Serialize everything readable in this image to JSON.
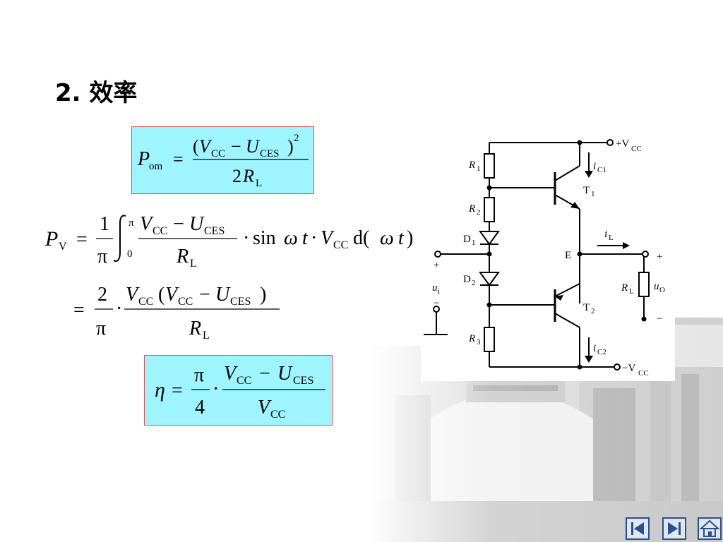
{
  "slide": {
    "heading": "2. 效率"
  },
  "formula_pom": {
    "lhs": "P",
    "lhs_sub": "om",
    "eq": "=",
    "num_open": "(",
    "v": "V",
    "v_sub": "CC",
    "minus": "−",
    "u": "U",
    "u_sub": "CES",
    "num_close": ")",
    "num_exp": "2",
    "den_coef": "2",
    "den_r": "R",
    "den_r_sub": "L"
  },
  "formula_pv": {
    "lhs": "P",
    "lhs_sub": "V",
    "eq": "=",
    "frac_num": "1",
    "frac_den": "π",
    "int_upper": "π",
    "int_lower": "0",
    "v": "V",
    "v_sub": "CC",
    "minus": "−",
    "u": "U",
    "u_sub": "CES",
    "den_r": "R",
    "den_r_sub": "L",
    "tail_dot": "·",
    "tail_sin": "sin",
    "tail_omega": "ω",
    "tail_t": "t",
    "tail_v": "V",
    "tail_v_sub": "CC",
    "tail_d": "d(",
    "tail_close": ")"
  },
  "formula_pv2": {
    "eq": "=",
    "frac_num": "2",
    "frac_den": "π",
    "dot": "·",
    "num": "V",
    "num_sub": "CC",
    "open": "(",
    "v": "V",
    "v_sub": "CC",
    "minus": "−",
    "u": "U",
    "u_sub": "CES",
    "close": ")",
    "den_r": "R",
    "den_r_sub": "L"
  },
  "formula_eta": {
    "lhs": "η",
    "eq": "=",
    "frac_num": "π",
    "frac_den": "4",
    "dot": "·",
    "v": "V",
    "v_sub": "CC",
    "minus": "−",
    "u": "U",
    "u_sub": "CES",
    "den_v": "V",
    "den_v_sub": "CC"
  },
  "circuit": {
    "vcc_pos": "+V",
    "vcc_pos_sub": "CC",
    "vcc_neg": "−V",
    "vcc_neg_sub": "CC",
    "r1": "R",
    "r1_sub": "1",
    "r2": "R",
    "r2_sub": "2",
    "r3": "R",
    "r3_sub": "3",
    "d1": "D",
    "d1_sub": "1",
    "d2": "D",
    "d2_sub": "2",
    "t1": "T",
    "t1_sub": "1",
    "t2": "T",
    "t2_sub": "2",
    "ic1": "i",
    "ic1_sub": "C1",
    "ic2": "i",
    "ic2_sub": "C2",
    "il": "i",
    "il_sub": "L",
    "node_e": "E",
    "rl": "R",
    "rl_sub": "L",
    "uo": "u",
    "uo_sub": "O",
    "ui": "u",
    "ui_sub": "i",
    "in_plus": "+",
    "in_minus": "−",
    "out_plus": "+",
    "out_minus": "−"
  },
  "nav": {
    "prev_icon": "prev-page-icon",
    "next_icon": "next-page-icon",
    "home_icon": "home-icon"
  }
}
